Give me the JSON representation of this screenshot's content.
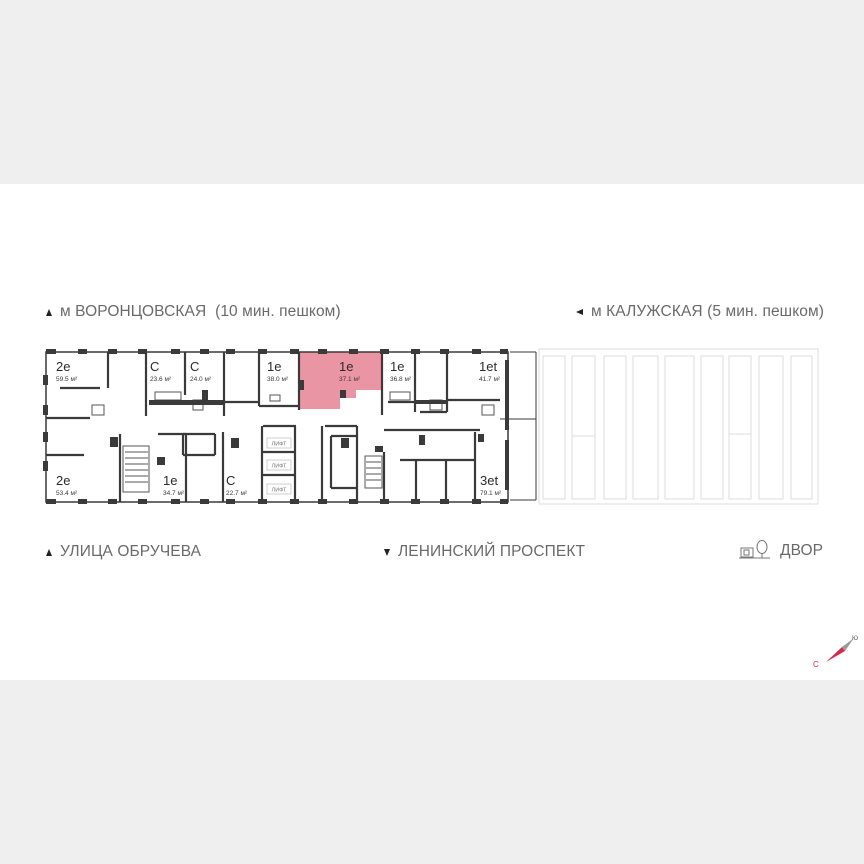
{
  "labels": {
    "metro_vorontsovskaya": "м ВОРОНЦОВСКАЯ  (10 мин. пешком)",
    "metro_kaluzhskaya": "м КАЛУЖСКАЯ (5 мин. пешком)",
    "street_obrucheva": "УЛИЦА ОБРУЧЕВА",
    "street_leninsky": "ЛЕНИНСКИЙ ПРОСПЕКТ",
    "courtyard": "ДВОР"
  },
  "icons": {
    "metro_vorontsovskaya": "triangle-up-icon",
    "metro_kaluzhskaya": "triangle-left-icon",
    "street_obrucheva": "triangle-up-icon",
    "street_leninsky": "triangle-down-icon",
    "courtyard": "playground-tree-icon",
    "compass": "compass-icon"
  },
  "compass": {
    "north": "С",
    "south": "Ю"
  },
  "colors": {
    "highlight": "#e8899a",
    "wall": "#3a3a3a",
    "text": "#6a6a6a",
    "panel": "#ffffff",
    "band": "#efefef"
  },
  "lift_label": "ЛИФТ",
  "units": [
    {
      "type": "2е",
      "area": "59.5 м²",
      "highlighted": false
    },
    {
      "type": "С",
      "area": "23.6 м²",
      "highlighted": false
    },
    {
      "type": "С",
      "area": "24.0 м²",
      "highlighted": false
    },
    {
      "type": "1е",
      "area": "38.0 м²",
      "highlighted": false
    },
    {
      "type": "1е",
      "area": "37.1 м²",
      "highlighted": true
    },
    {
      "type": "1е",
      "area": "36.8 м²",
      "highlighted": false
    },
    {
      "type": "1еt",
      "area": "41.7 м²",
      "highlighted": false
    },
    {
      "type": "2е",
      "area": "53.4 м²",
      "highlighted": false
    },
    {
      "type": "1е",
      "area": "34.7 м²",
      "highlighted": false
    },
    {
      "type": "С",
      "area": "22.7 м²",
      "highlighted": false
    },
    {
      "type": "3еt",
      "area": "79.1 м²",
      "highlighted": false
    }
  ]
}
